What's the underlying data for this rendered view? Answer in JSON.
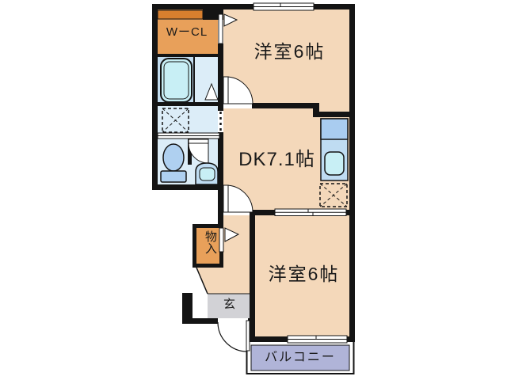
{
  "floorplan": {
    "rooms": {
      "walk_in_closet": {
        "label": "WーCL"
      },
      "bedroom_top": {
        "label": "洋室6帖"
      },
      "dining_kitchen": {
        "label": "DK7.1帖"
      },
      "bedroom_bottom": {
        "label": "洋室6帖"
      },
      "storage": {
        "label": "物入"
      },
      "entrance": {
        "label": "玄"
      },
      "balcony": {
        "label": "バルコニー"
      }
    },
    "colors": {
      "background": "#FFFFFF",
      "wall": "#141414",
      "room": "#F4D8BA",
      "closet": "#E8A05A",
      "shelf": "#D87F2E",
      "wet_area": "#DCEDF8",
      "bath_floor": "#C3DDF0",
      "fixture": "#AFD0F0",
      "counter": "#BFDCF2",
      "counter_top": "#A9CCF0",
      "basin": "#C8EFF5",
      "entrance": "#D2D2D6",
      "balcony": "#B0B4D8",
      "text": "#1A1A1A"
    }
  }
}
